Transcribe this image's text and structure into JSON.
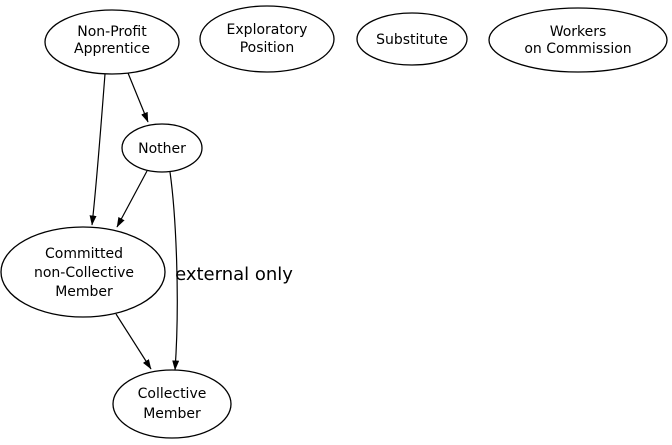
{
  "diagram": {
    "type": "directed-graph",
    "background_color": "#ffffff",
    "node_stroke_color": "#000000",
    "edge_color": "#000000",
    "text_color": "#000000",
    "nodes": {
      "non_profit_apprentice": {
        "lines": [
          "Non-Profit",
          "Apprentice"
        ]
      },
      "exploratory_position": {
        "lines": [
          "Exploratory",
          "Position"
        ]
      },
      "substitute": {
        "lines": [
          "Substitute"
        ]
      },
      "workers_on_commission": {
        "lines": [
          "Workers",
          "on Commission"
        ]
      },
      "nother": {
        "lines": [
          "Nother"
        ]
      },
      "committed_non_collective_member": {
        "lines": [
          "Committed",
          "non-Collective",
          "Member"
        ]
      },
      "collective_member": {
        "lines": [
          "Collective",
          "Member"
        ]
      }
    },
    "edges": [
      {
        "from": "non_profit_apprentice",
        "to": "nother",
        "label": ""
      },
      {
        "from": "non_profit_apprentice",
        "to": "committed_non_collective_member",
        "label": ""
      },
      {
        "from": "nother",
        "to": "committed_non_collective_member",
        "label": ""
      },
      {
        "from": "nother",
        "to": "collective_member",
        "label": "external only"
      },
      {
        "from": "committed_non_collective_member",
        "to": "collective_member",
        "label": ""
      }
    ]
  }
}
